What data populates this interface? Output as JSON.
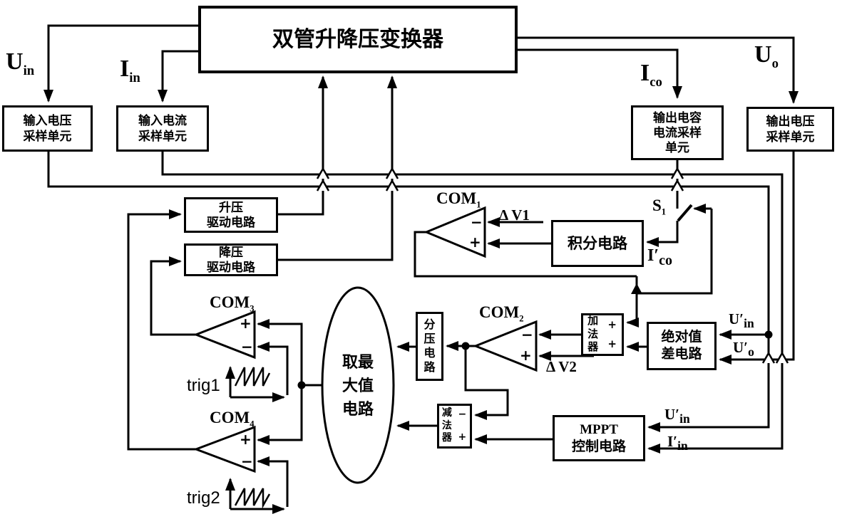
{
  "figure": {
    "converter_label": "双管升降压变换器",
    "boxes": {
      "input_voltage_sampling": {
        "lines": [
          "输入电压",
          "采样单元"
        ]
      },
      "input_current_sampling": {
        "lines": [
          "输入电流",
          "采样单元"
        ]
      },
      "output_cap_current_sampling": {
        "lines": [
          "输出电容",
          "电流采样",
          "单元"
        ]
      },
      "output_voltage_sampling": {
        "lines": [
          "输出电压",
          "采样单元"
        ]
      },
      "boost_drive": {
        "lines": [
          "升压",
          "驱动电路"
        ]
      },
      "buck_drive": {
        "lines": [
          "降压",
          "驱动电路"
        ]
      },
      "integrator": {
        "label": "积分电路"
      },
      "adder": {
        "label": "加法器",
        "sign_top": "+",
        "sign_bottom": "+"
      },
      "abs_diff": {
        "lines": [
          "绝对值",
          "差电路"
        ]
      },
      "voltage_divider": {
        "label": "分压电路"
      },
      "subtractor": {
        "label": "减法器",
        "sign_top": "−",
        "sign_bottom": "+"
      },
      "mppt": {
        "lines": [
          "MPPT",
          "控制电路"
        ]
      },
      "max_selector": {
        "lines": [
          "取最",
          "大值",
          "电路"
        ]
      }
    },
    "comparators": {
      "com1": {
        "name": "COM",
        "sub": "1",
        "top_sign": "−",
        "bottom_sign": "+"
      },
      "com2": {
        "name": "COM",
        "sub": "2",
        "top_sign": "−",
        "bottom_sign": "+"
      },
      "com3": {
        "name": "COM",
        "sub": "3",
        "top_sign": "+",
        "bottom_sign": "−"
      },
      "com4": {
        "name": "COM",
        "sub": "4",
        "top_sign": "+",
        "bottom_sign": "−"
      }
    },
    "signals": {
      "u_in": {
        "base": "U",
        "sub": "in"
      },
      "i_in": {
        "base": "I",
        "sub": "in"
      },
      "i_co": {
        "base": "I",
        "sub": "co"
      },
      "u_o": {
        "base": "U",
        "sub": "o"
      },
      "s1": {
        "base": "S",
        "sub": "1"
      },
      "i_co_prime": {
        "base": "I′",
        "sub": "co"
      },
      "delta_v1": "Δ V1",
      "delta_v2": "Δ V2",
      "u_in_prime_top": {
        "base": "U′",
        "sub": "in"
      },
      "u_o_prime": {
        "base": "U′",
        "sub": "o"
      },
      "u_in_prime_mppt": {
        "base": "U′",
        "sub": "in"
      },
      "i_in_prime": {
        "base": "I′",
        "sub": "in"
      },
      "trig1": "trig1",
      "trig2": "trig2"
    },
    "colors": {
      "line": "#000000",
      "background": "#ffffff"
    }
  }
}
